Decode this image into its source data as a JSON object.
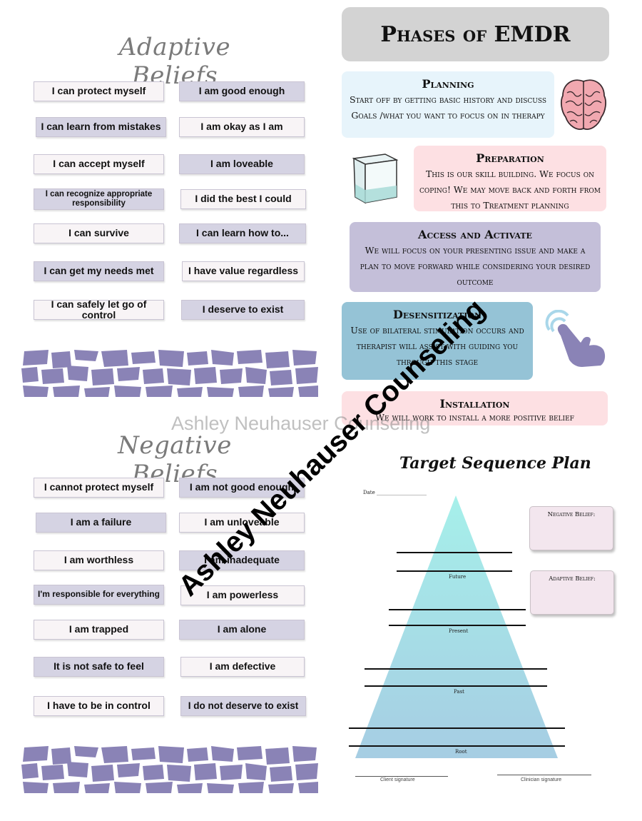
{
  "adaptive": {
    "title": "Adaptive Beliefs",
    "items": [
      "I can protect myself",
      "I am  good enough",
      "I can learn from mistakes",
      "I am okay as I am",
      "I can accept myself",
      "I am loveable",
      "I can recognize appropriate responsibility",
      "I did the best I could",
      "I can survive",
      "I can learn how to...",
      "I can get my needs met",
      "I have value regardless",
      "I can safely let go of control",
      "I deserve to exist"
    ]
  },
  "negative": {
    "title": "Negative Beliefs",
    "items": [
      "I cannot protect myself",
      "I am not good enough",
      "I am a failure",
      "I am unloveable",
      "I am worthless",
      "I am inadequate",
      "I'm responsible for everything",
      "I am powerless",
      "I am trapped",
      "I am alone",
      "It is not safe to feel",
      "I am defective",
      "I have to be in control",
      "I do not deserve to exist"
    ]
  },
  "phases": {
    "title": "Phases of EMDR",
    "planning": {
      "title": "Planning",
      "body": "Start off by getting basic history and discuss Goals /what you want to focus on in therapy"
    },
    "preparation": {
      "title": "Preparation",
      "body": "This is our skill building. We focus on coping! We may move back and forth from this to Treatment planning"
    },
    "access": {
      "title": "Access and Activate",
      "body": "We will focus on your presenting issue  and make a plan to move forward while considering your desired outcome"
    },
    "desensitization": {
      "title": "Desensitization",
      "body": "Use of bilateral stimulation occurs and therapist will assist with guiding you through this stage"
    },
    "installation": {
      "title": "Installation",
      "body": "We will work to install a more positive belief"
    }
  },
  "watermark": {
    "horizontal": "Ashley Neuhauser Counseling",
    "diagonal": "Ashley Neuhauser Counseling"
  },
  "target_plan": {
    "title": "Target Sequence Plan",
    "date_label": "Date",
    "levels": [
      "Future",
      "Present",
      "Past",
      "Root"
    ],
    "negative_belief_label": "Negative Belief:",
    "adaptive_belief_label": "Adaptive Belief:",
    "client_signature": "Client signature",
    "clinician_signature": "Clinician signature"
  },
  "colors": {
    "belief_light": "#f8f4f6",
    "belief_dark": "#d5d3e3",
    "mosaic": "#8a83b6",
    "planning": "#e7f4fb",
    "preparation": "#fde0e3",
    "access": "#c4bfd9",
    "desensitization": "#95c3d6",
    "installation": "#fde0e3"
  },
  "icons": [
    "brain-icon",
    "glass-cube-icon",
    "pointing-hand-icon"
  ]
}
